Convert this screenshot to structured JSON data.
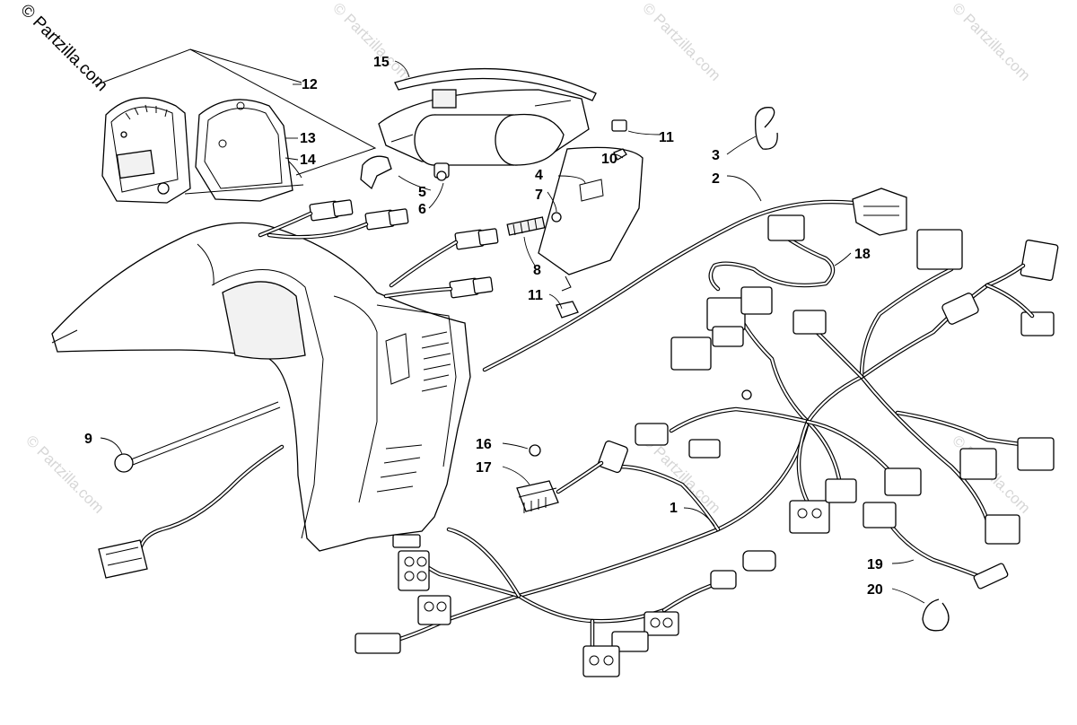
{
  "copyright": "© Partzilla.com",
  "watermark_text": "© Partzilla.com",
  "callouts": [
    {
      "id": "c1",
      "label": "1"
    },
    {
      "id": "c2",
      "label": "2"
    },
    {
      "id": "c3",
      "label": "3"
    },
    {
      "id": "c4",
      "label": "4"
    },
    {
      "id": "c5",
      "label": "5"
    },
    {
      "id": "c6",
      "label": "6"
    },
    {
      "id": "c7",
      "label": "7"
    },
    {
      "id": "c8",
      "label": "8"
    },
    {
      "id": "c9",
      "label": "9"
    },
    {
      "id": "c10",
      "label": "10"
    },
    {
      "id": "c11a",
      "label": "11"
    },
    {
      "id": "c11b",
      "label": "11"
    },
    {
      "id": "c12",
      "label": "12"
    },
    {
      "id": "c13",
      "label": "13"
    },
    {
      "id": "c14",
      "label": "14"
    },
    {
      "id": "c15",
      "label": "15"
    },
    {
      "id": "c16",
      "label": "16"
    },
    {
      "id": "c17",
      "label": "17"
    },
    {
      "id": "c18",
      "label": "18"
    },
    {
      "id": "c19",
      "label": "19"
    },
    {
      "id": "c20",
      "label": "20"
    }
  ],
  "colors": {
    "line": "#000000",
    "watermark": "#d6d6d6",
    "background": "#ffffff"
  }
}
